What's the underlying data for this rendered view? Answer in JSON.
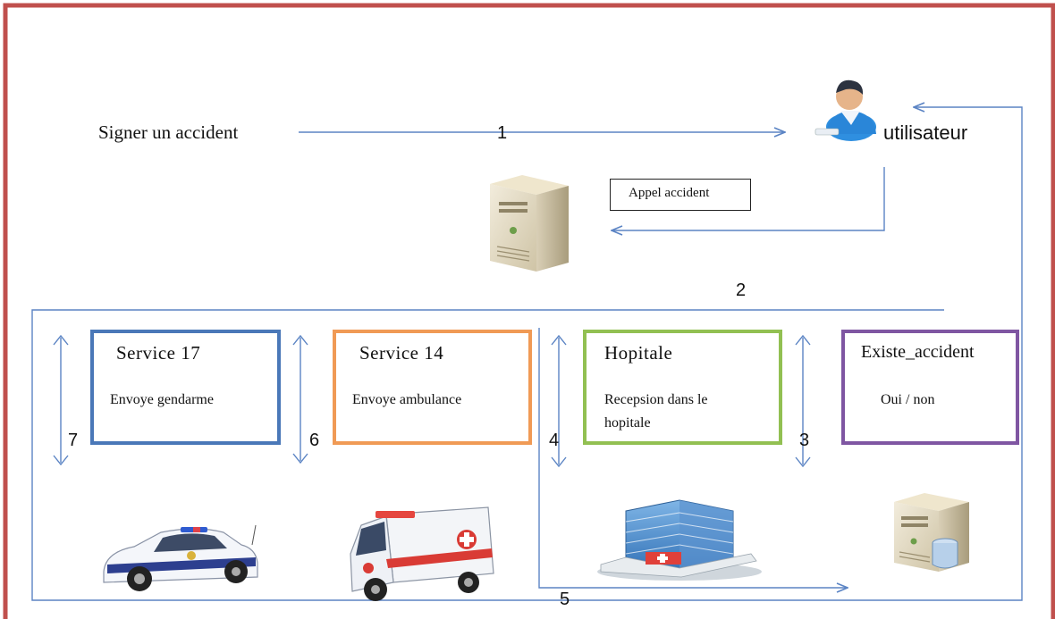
{
  "top_label": "Signer un accident",
  "user_label": "utilisateur",
  "appel_label": "Appel accident",
  "numbers": {
    "n1": "1",
    "n2": "2",
    "n3": "3",
    "n4": "4",
    "n5": "5",
    "n6": "6",
    "n7": "7"
  },
  "boxes": [
    {
      "title": "Service 17",
      "text": "Envoye gendarme",
      "color": "#4a78b8"
    },
    {
      "title": "Service 14",
      "text": "Envoye ambulance",
      "color": "#f09a55"
    },
    {
      "title": "Hopitale",
      "text": "Recepsion dans le hopitale",
      "color": "#92c052"
    },
    {
      "title": "Existe_accident",
      "text": "Oui / non",
      "color": "#7f56a2"
    }
  ],
  "colors": {
    "frame": "#c0504d",
    "arrow": "#5b84c4"
  },
  "icons": [
    "user-icon",
    "server-icon",
    "police-car-icon",
    "ambulance-icon",
    "hospital-building-icon",
    "database-server-icon"
  ]
}
